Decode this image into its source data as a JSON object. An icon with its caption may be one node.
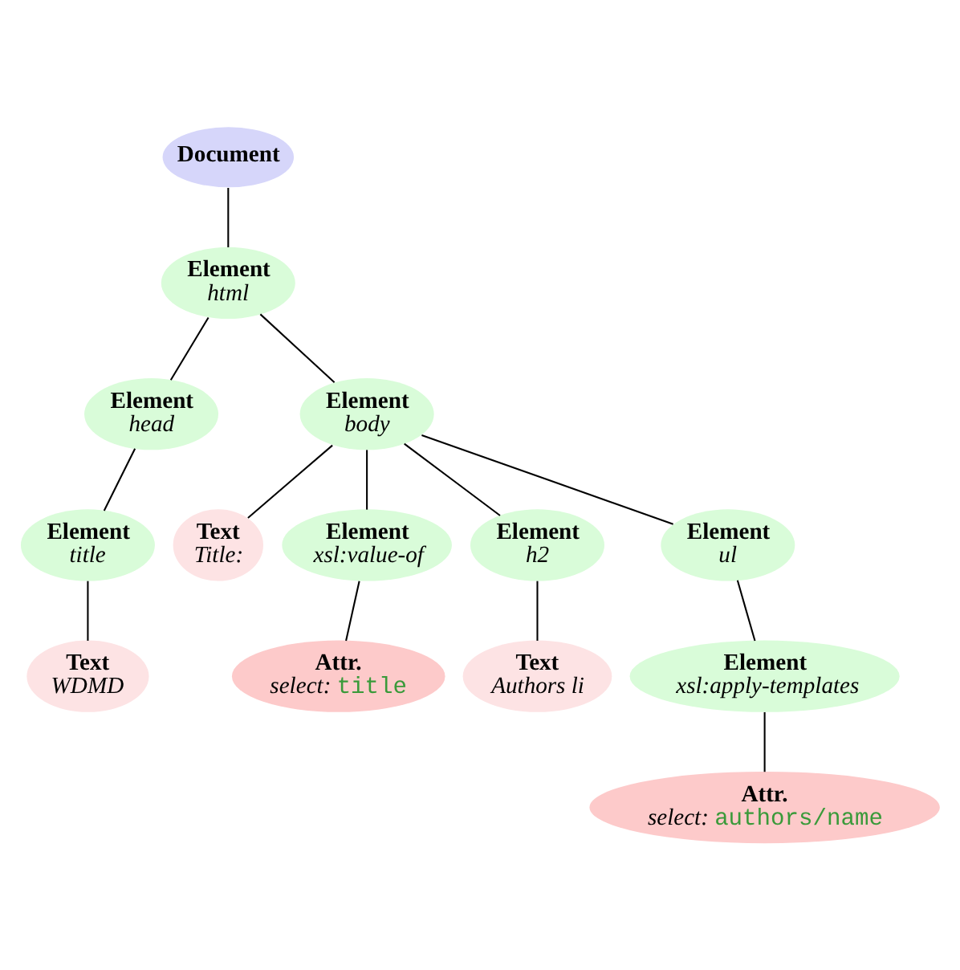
{
  "diagram": {
    "nodes": [
      {
        "text": [
          "Document"
        ]
      },
      {
        "text": [
          "Element",
          "html"
        ]
      },
      {
        "text": [
          "Element",
          "head"
        ]
      },
      {
        "text": [
          "Element",
          "body"
        ]
      },
      {
        "text": [
          "Element",
          "title"
        ]
      },
      {
        "text": [
          "Text",
          "WDMD"
        ]
      },
      {
        "text": [
          "Text",
          "Title:"
        ]
      },
      {
        "text": [
          "Element",
          "xsl:value-of"
        ]
      },
      {
        "text": [
          "Attr.",
          "select:",
          "title"
        ]
      },
      {
        "text": [
          "Element",
          "h2"
        ]
      },
      {
        "text": [
          "Text",
          "Authors li"
        ]
      },
      {
        "text": [
          "Element",
          "ul"
        ]
      },
      {
        "text": [
          "Element",
          "xsl:apply-templates"
        ]
      },
      {
        "text": [
          "Attr.",
          "select:",
          "authors/name"
        ]
      }
    ],
    "edges": [
      {
        "from": 0,
        "to": 1,
        "arrow": "none"
      },
      {
        "from": 1,
        "to": 2,
        "arrow": "none"
      },
      {
        "from": 1,
        "to": 3,
        "arrow": "none"
      },
      {
        "from": 2,
        "to": 4,
        "arrow": "none"
      },
      {
        "from": 4,
        "to": 5,
        "arrow": "none"
      },
      {
        "from": 3,
        "to": 6,
        "arrow": "none"
      },
      {
        "from": 3,
        "to": 7,
        "arrow": "none"
      },
      {
        "from": 7,
        "to": 8,
        "arrow": "none"
      },
      {
        "from": 3,
        "to": 9,
        "arrow": "none"
      },
      {
        "from": 9,
        "to": 10,
        "arrow": "none"
      },
      {
        "from": 3,
        "to": 11,
        "arrow": "none"
      },
      {
        "from": 11,
        "to": 12,
        "arrow": "none"
      },
      {
        "from": 12,
        "to": 13,
        "arrow": "none"
      }
    ]
  }
}
